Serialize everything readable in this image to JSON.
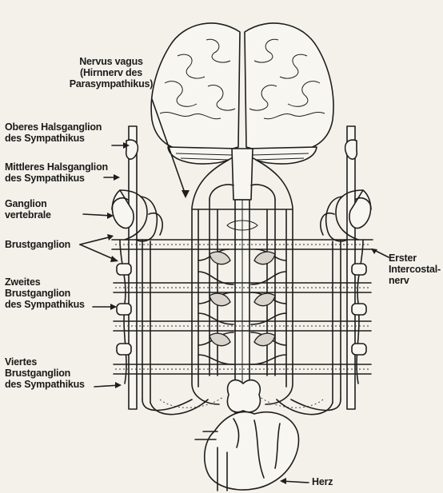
{
  "labels": {
    "nervus_vagus": "Nervus vagus\n(Hirnnerv des\nParasympathikus)",
    "oberes_halsganglion": "Oberes Halsganglion\ndes Sympathikus",
    "mittleres_halsganglion": "Mittleres Halsganglion\ndes Sympathikus",
    "ganglion_vertebrale": "Ganglion\nvertebrale",
    "brustganglion": "Brustganglion",
    "zweites_brustganglion": "Zweites\nBrustganglion\ndes Sympathikus",
    "viertes_brustganglion": "Viertes\nBrustganglion\ndes Sympathikus",
    "erster_intercostalnerv": "Erster\nIntercostal-\nnerv",
    "herz": "Herz"
  },
  "colors": {
    "ink": "#1e1e1e",
    "paper": "#f4f1ea"
  }
}
